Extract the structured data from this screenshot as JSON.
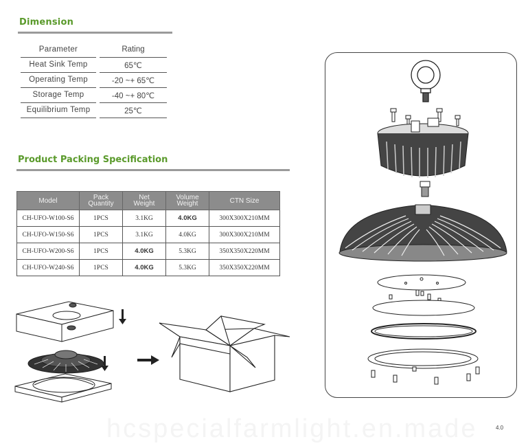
{
  "dimension": {
    "title": "Dimension",
    "headers": [
      "Parameter",
      "Rating"
    ],
    "rows": [
      [
        "Heat Sink Temp",
        "65℃"
      ],
      [
        "Operating Temp",
        "-20 ~+ 65℃"
      ],
      [
        "Storage Temp",
        "-40 ~+ 80℃"
      ],
      [
        "Equilibrium Temp",
        "25℃"
      ]
    ]
  },
  "packing": {
    "title": "Product Packing Specification",
    "headers": [
      "Model",
      "Pack\nQuantity",
      "Net\nWeight",
      "Volume\nWeight",
      "CTN Size"
    ],
    "rows": [
      [
        "CH-UFO-W100-S6",
        "1PCS",
        "3.1KG",
        "4.0KG",
        "300X300X210MM"
      ],
      [
        "CH-UFO-W150-S6",
        "1PCS",
        "3.1KG",
        "4.0KG",
        "300X300X210MM"
      ],
      [
        "CH-UFO-W200-S6",
        "1PCS",
        "4.0KG",
        "5.3KG",
        "350X350X220MM"
      ],
      [
        "CH-UFO-W240-S6",
        "1PCS",
        "4.0KG",
        "5.3KG",
        "350X350X220MM"
      ]
    ],
    "bold_cells": [
      [
        0,
        3
      ],
      [
        2,
        2
      ],
      [
        3,
        2
      ]
    ]
  },
  "watermark": "hcspecialfarmlight.en.made",
  "page_number": "4.0",
  "colors": {
    "title_green": "#5a9a2b",
    "rule_gray": "#9a9a9a",
    "header_gray": "#8c8c8c"
  },
  "icons": [
    "arrow-down-icon",
    "arrow-right-icon",
    "eye-bolt-icon",
    "screw-icon"
  ]
}
